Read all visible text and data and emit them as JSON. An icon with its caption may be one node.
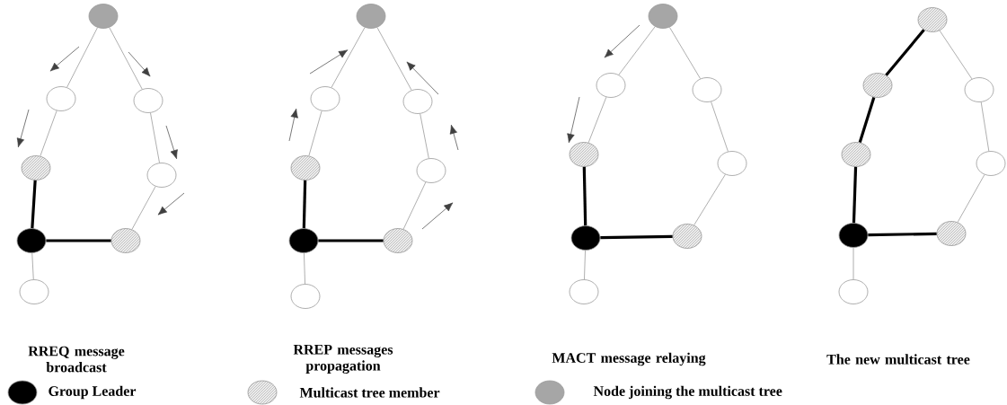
{
  "diagram": {
    "nodes": [
      {
        "text": [],
        "shape": "circle"
      },
      {
        "text": [],
        "shape": "circle"
      },
      {
        "text": [],
        "shape": "circle"
      },
      {
        "text": [],
        "shape": "circle"
      },
      {
        "text": [],
        "shape": "circle"
      },
      {
        "text": [],
        "shape": "circle"
      },
      {
        "text": [],
        "shape": "circle"
      },
      {
        "text": [],
        "shape": "circle"
      },
      {
        "text": [],
        "shape": "circle"
      },
      {
        "text": [],
        "shape": "circle"
      },
      {
        "text": [],
        "shape": "circle"
      },
      {
        "text": [],
        "shape": "circle"
      },
      {
        "text": [],
        "shape": "circle"
      },
      {
        "text": [],
        "shape": "circle"
      },
      {
        "text": [],
        "shape": "circle"
      },
      {
        "text": [],
        "shape": "circle"
      },
      {
        "text": [],
        "shape": "circle"
      },
      {
        "text": [],
        "shape": "circle"
      },
      {
        "text": [],
        "shape": "circle"
      },
      {
        "text": [],
        "shape": "circle"
      },
      {
        "text": [],
        "shape": "circle"
      },
      {
        "text": [],
        "shape": "circle"
      },
      {
        "text": [],
        "shape": "circle"
      },
      {
        "text": [],
        "shape": "circle"
      },
      {
        "text": [],
        "shape": "circle"
      },
      {
        "text": [],
        "shape": "circle"
      },
      {
        "text": [],
        "shape": "circle"
      },
      {
        "text": [],
        "shape": "circle"
      },
      {
        "text": [],
        "shape": "circle"
      },
      {
        "text": [],
        "shape": "circle"
      },
      {
        "text": [],
        "shape": "circle"
      },
      {
        "text": [],
        "shape": "circle"
      }
    ],
    "edges": [
      {
        "from": 0,
        "to": 1,
        "arrow": "none"
      },
      {
        "from": 0,
        "to": 2,
        "arrow": "none"
      },
      {
        "from": 1,
        "to": 3,
        "arrow": "none"
      },
      {
        "from": 2,
        "to": 4,
        "arrow": "none"
      },
      {
        "from": 3,
        "to": 5,
        "arrow": "none",
        "style": "thick",
        "color": "#000000"
      },
      {
        "from": 4,
        "to": 6,
        "arrow": "none"
      },
      {
        "from": 5,
        "to": 6,
        "arrow": "none",
        "style": "thick",
        "color": "#000000"
      },
      {
        "from": 5,
        "to": 7,
        "arrow": "none"
      },
      {
        "from": 8,
        "to": 9,
        "arrow": "none"
      },
      {
        "from": 8,
        "to": 10,
        "arrow": "none"
      },
      {
        "from": 9,
        "to": 11,
        "arrow": "none"
      },
      {
        "from": 10,
        "to": 12,
        "arrow": "none"
      },
      {
        "from": 11,
        "to": 13,
        "arrow": "none",
        "style": "thick",
        "color": "#000000"
      },
      {
        "from": 12,
        "to": 14,
        "arrow": "none"
      },
      {
        "from": 13,
        "to": 14,
        "arrow": "none",
        "style": "thick",
        "color": "#000000"
      },
      {
        "from": 13,
        "to": 15,
        "arrow": "none"
      },
      {
        "from": 16,
        "to": 17,
        "arrow": "none"
      },
      {
        "from": 16,
        "to": 18,
        "arrow": "none"
      },
      {
        "from": 17,
        "to": 19,
        "arrow": "none"
      },
      {
        "from": 18,
        "to": 20,
        "arrow": "none"
      },
      {
        "from": 19,
        "to": 21,
        "arrow": "none",
        "style": "thick",
        "color": "#000000"
      },
      {
        "from": 20,
        "to": 22,
        "arrow": "none"
      },
      {
        "from": 21,
        "to": 22,
        "arrow": "none",
        "style": "thick",
        "color": "#000000"
      },
      {
        "from": 21,
        "to": 23,
        "arrow": "none"
      },
      {
        "from": 24,
        "to": 25,
        "arrow": "none",
        "style": "thick",
        "color": "#000000"
      },
      {
        "from": 24,
        "to": 26,
        "arrow": "none"
      },
      {
        "from": 25,
        "to": 27,
        "arrow": "none",
        "style": "thick",
        "color": "#000000"
      },
      {
        "from": 26,
        "to": 28,
        "arrow": "none"
      },
      {
        "from": 27,
        "to": 29,
        "arrow": "none",
        "style": "thick",
        "color": "#000000"
      },
      {
        "from": 28,
        "to": 30,
        "arrow": "none"
      },
      {
        "from": 29,
        "to": 30,
        "arrow": "none",
        "style": "thick",
        "color": "#000000"
      },
      {
        "from": 29,
        "to": 31,
        "arrow": "none"
      }
    ],
    "labels": [
      "RREQ message broadcast",
      "RREP messages propagation",
      "MACT message relaying",
      "The new multicast tree"
    ],
    "legend": [
      {
        "text": "Group Leader",
        "color": "#000000"
      },
      {
        "text": "Multicast tree member"
      },
      {
        "text": "Node joining the multicast tree",
        "color": "#a6a6a6"
      }
    ]
  }
}
